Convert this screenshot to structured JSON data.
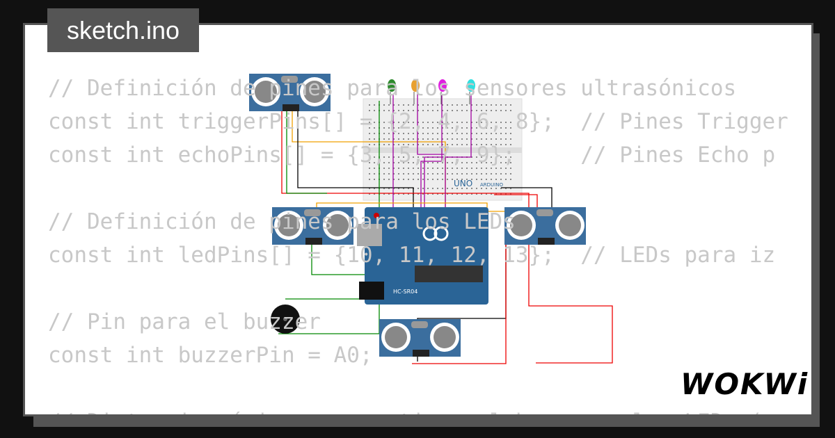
{
  "file_tab": {
    "title": "sketch.ino"
  },
  "code_lines": [
    "// Definición de pines para los sensores ultrasónicos",
    "const int triggerPins[] = {2, 4, 6, 8};  // Pines Trigger",
    "const int echoPins[] = {3, 5, 7, 9};     // Pines Echo p",
    "",
    "// Definición de pines para los LEDs",
    "const int ledPins[] = {10, 11, 12, 13};  // LEDs para iz",
    "",
    "// Pin para el buzzer",
    "const int buzzerPin = A0;",
    "",
    "// Distancia mínima para activar el buzzer y los LEDs (en"
  ],
  "diagram": {
    "board_label": "UNO",
    "board_brand": "ARDUINO",
    "sensor_label": "HC-SR04",
    "led_colors": [
      "#2e8b2e",
      "#e8a030",
      "#e020e0",
      "#30e0e0"
    ]
  },
  "brand": {
    "logo": "WOKWi"
  }
}
